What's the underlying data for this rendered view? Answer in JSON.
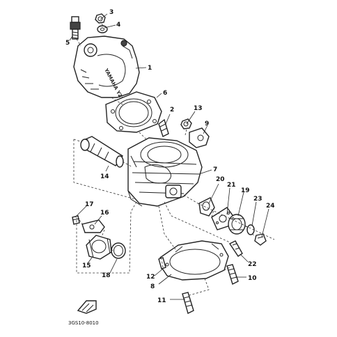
{
  "callouts": {
    "c1": "1",
    "c2": "2",
    "c3": "3",
    "c4": "4",
    "c5": "5",
    "c6": "6",
    "c7": "7",
    "c8": "8",
    "c9": "9",
    "c10": "10",
    "c11": "11",
    "c12": "12",
    "c13": "13",
    "c14": "14",
    "c15": "15",
    "c16": "16",
    "c17": "17",
    "c18": "18",
    "c19": "19",
    "c20": "20",
    "c21": "21",
    "c22": "22",
    "c23": "23",
    "c24": "24"
  },
  "head_stamp": "YAMAHA YZ80",
  "diagram_code": "3GS10-8010",
  "colors": {
    "ink": "#222222",
    "paper": "#ffffff"
  }
}
